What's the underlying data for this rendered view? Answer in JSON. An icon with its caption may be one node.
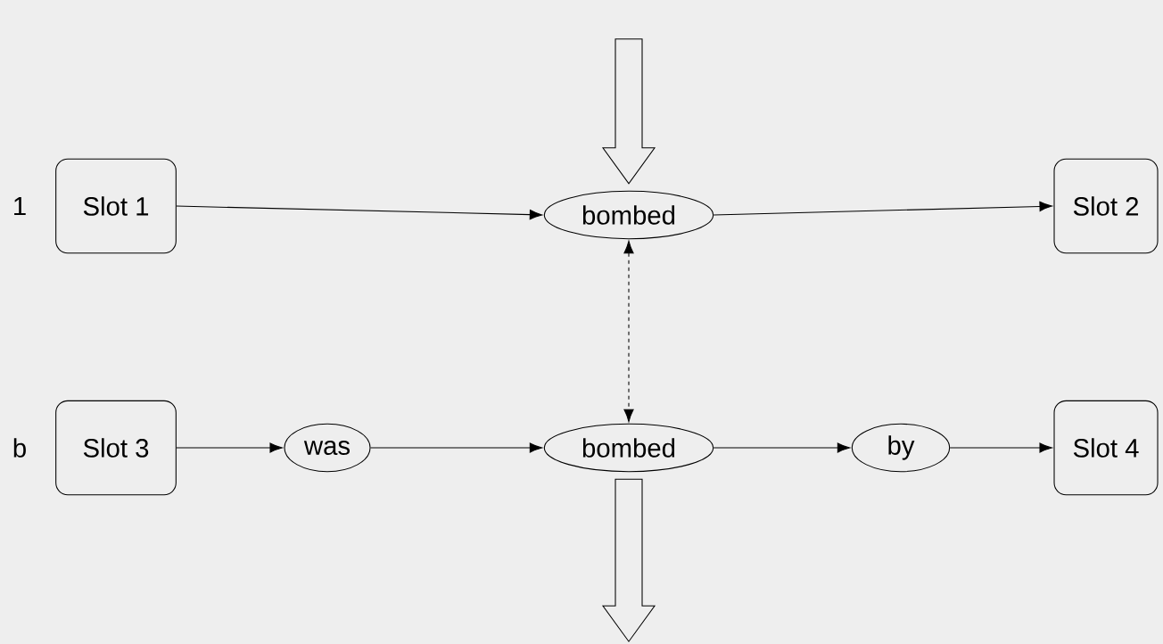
{
  "diagram": {
    "nodes": [
      {
        "text": [
          "Slot 1"
        ]
      },
      {
        "text": [
          "bombed"
        ]
      },
      {
        "text": [
          "Slot 2"
        ]
      },
      {
        "text": [
          "Slot 3"
        ]
      },
      {
        "text": [
          "was"
        ]
      },
      {
        "text": [
          "bombed"
        ]
      },
      {
        "text": [
          "by"
        ]
      },
      {
        "text": [
          "Slot 4"
        ]
      }
    ],
    "edges": [
      {
        "from": 0,
        "to": 1,
        "arrow": "to"
      },
      {
        "from": 1,
        "to": 2,
        "arrow": "to"
      },
      {
        "from": 1,
        "to": 5,
        "arrow": "both",
        "style": "dashed"
      },
      {
        "from": 3,
        "to": 4,
        "arrow": "to"
      },
      {
        "from": 4,
        "to": 5,
        "arrow": "to"
      },
      {
        "from": 5,
        "to": 6,
        "arrow": "to"
      },
      {
        "from": 6,
        "to": 7,
        "arrow": "to"
      },
      {
        "from": null,
        "to": 1,
        "arrow": "to"
      },
      {
        "from": 5,
        "to": null,
        "arrow": "to"
      }
    ],
    "labels": [
      "1",
      "b"
    ]
  }
}
